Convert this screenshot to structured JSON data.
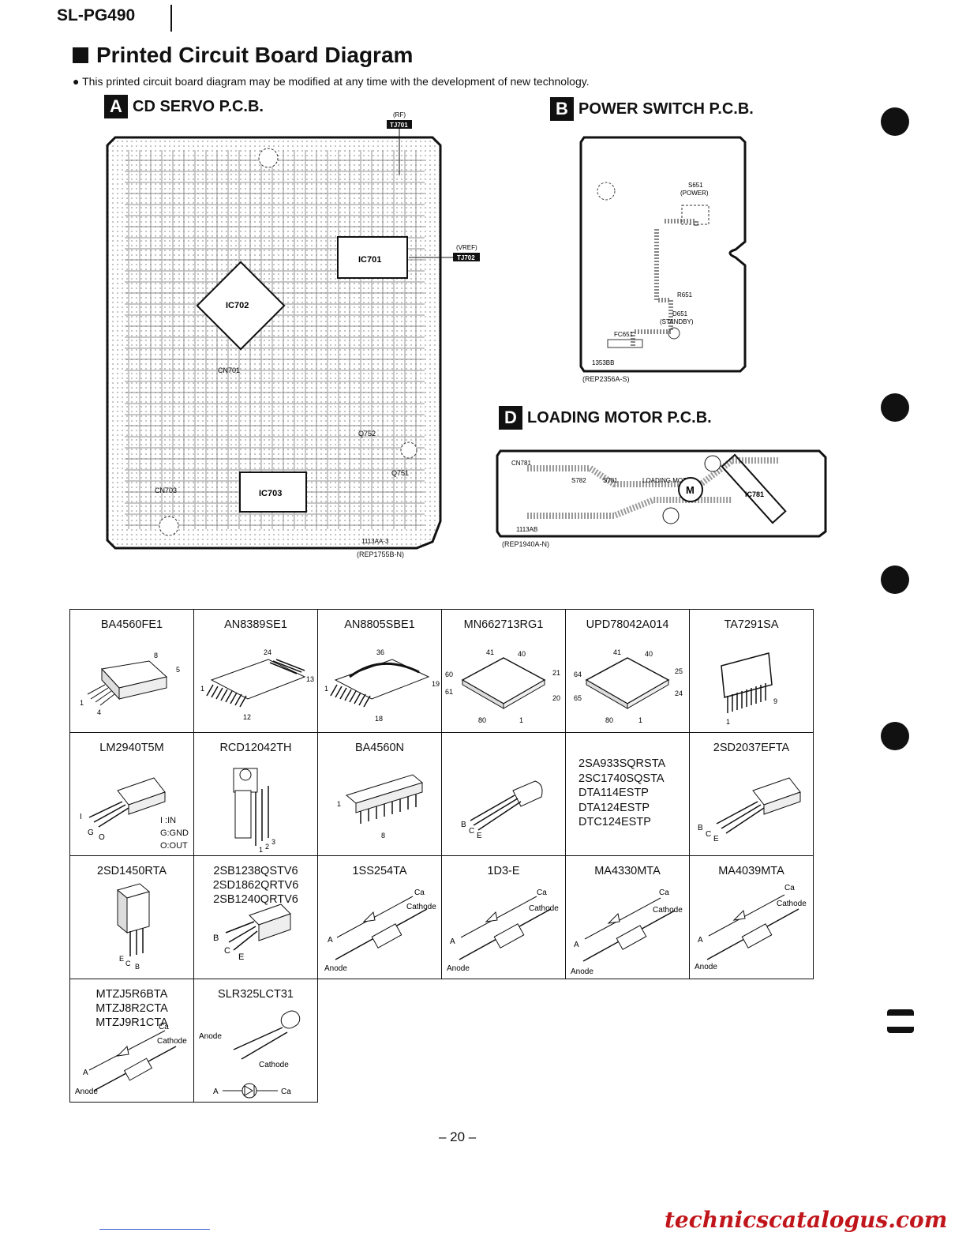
{
  "header": {
    "model": "SL-PG490"
  },
  "page_title": "Printed Circuit Board Diagram",
  "note": "● This printed circuit board diagram may be modified at any time with the development of new technology.",
  "sections": {
    "a": {
      "letter": "A",
      "title": "CD SERVO P.C.B.",
      "part_no": "(REP1755B-N)",
      "board_no": "1113AA-3",
      "tj701_label": "(RF)",
      "tj701": "TJ701",
      "tj702_label": "(VREF)",
      "tj702": "TJ702",
      "ic701": "IC701",
      "ic702": "IC702",
      "ic703": "IC703",
      "cn701": "CN701",
      "cn703": "CN703",
      "q751": "Q751",
      "q752": "Q752"
    },
    "b": {
      "letter": "B",
      "title": "POWER SWITCH P.C.B.",
      "part_no": "(REP2356A-S)",
      "board_no": "1353BB",
      "s651": "S651",
      "s651_label": "(POWER)",
      "r651": "R651",
      "d651": "D651",
      "d651_label": "(STANDBY)",
      "fc651": "FC651"
    },
    "d": {
      "letter": "D",
      "title": "LOADING MOTOR P.C.B.",
      "part_no": "(REP1940A-N)",
      "board_no": "1113AB",
      "cn781": "CN781",
      "s782": "S782",
      "s781": "S781",
      "motor_label": "LOADING MOTOR",
      "motor": "M",
      "ic781": "IC781"
    }
  },
  "parts": [
    {
      "name": "BA4560FE1",
      "kind": "soic8"
    },
    {
      "name": "AN8389SE1",
      "kind": "sop24"
    },
    {
      "name": "AN8805SBE1",
      "kind": "sop36"
    },
    {
      "name": "MN662713RG1",
      "kind": "qfp80a"
    },
    {
      "name": "UPD78042A014",
      "kind": "qfp80b"
    },
    {
      "name": "TA7291SA",
      "kind": "sip9"
    },
    {
      "name": "LM2940T5M",
      "kind": "to220",
      "pins": "I :IN\nG:GND\nO:OUT"
    },
    {
      "name": "RCD12042TH",
      "kind": "rcd"
    },
    {
      "name": "BA4560N",
      "kind": "sip8"
    },
    {
      "name": "2SA933SQRSTA\n2SC1740SQSTA\nDTA114ESTP\nDTA124ESTP\nDTC124ESTP",
      "kind": "to92"
    },
    {
      "name": "2SD2037EFTA",
      "kind": "to220b"
    },
    {
      "name": "2SD1450RTA",
      "kind": "to126"
    },
    {
      "name": "2SB1238QSTV6\n2SD1862QRTV6\n2SB1240QRTV6",
      "kind": "smd3"
    },
    {
      "name": "1SS254TA",
      "kind": "diode"
    },
    {
      "name": "1D3-E",
      "kind": "diode"
    },
    {
      "name": "MA4330MTA",
      "kind": "diode"
    },
    {
      "name": "MA4039MTA",
      "kind": "diode"
    },
    {
      "name": "MTZJ5R6BTA\nMTZJ8R2CTA\nMTZJ9R1CTA",
      "kind": "zener"
    },
    {
      "name": "SLR325LCT31",
      "kind": "led"
    }
  ],
  "labels": {
    "anode": "Anode",
    "cathode": "Cathode",
    "a": "A",
    "ca": "Ca",
    "b": "B",
    "c": "C",
    "e": "E",
    "i": "I",
    "g": "G",
    "o": "O"
  },
  "page_number": "– 20 –",
  "watermark": "technicscatalogus.com"
}
